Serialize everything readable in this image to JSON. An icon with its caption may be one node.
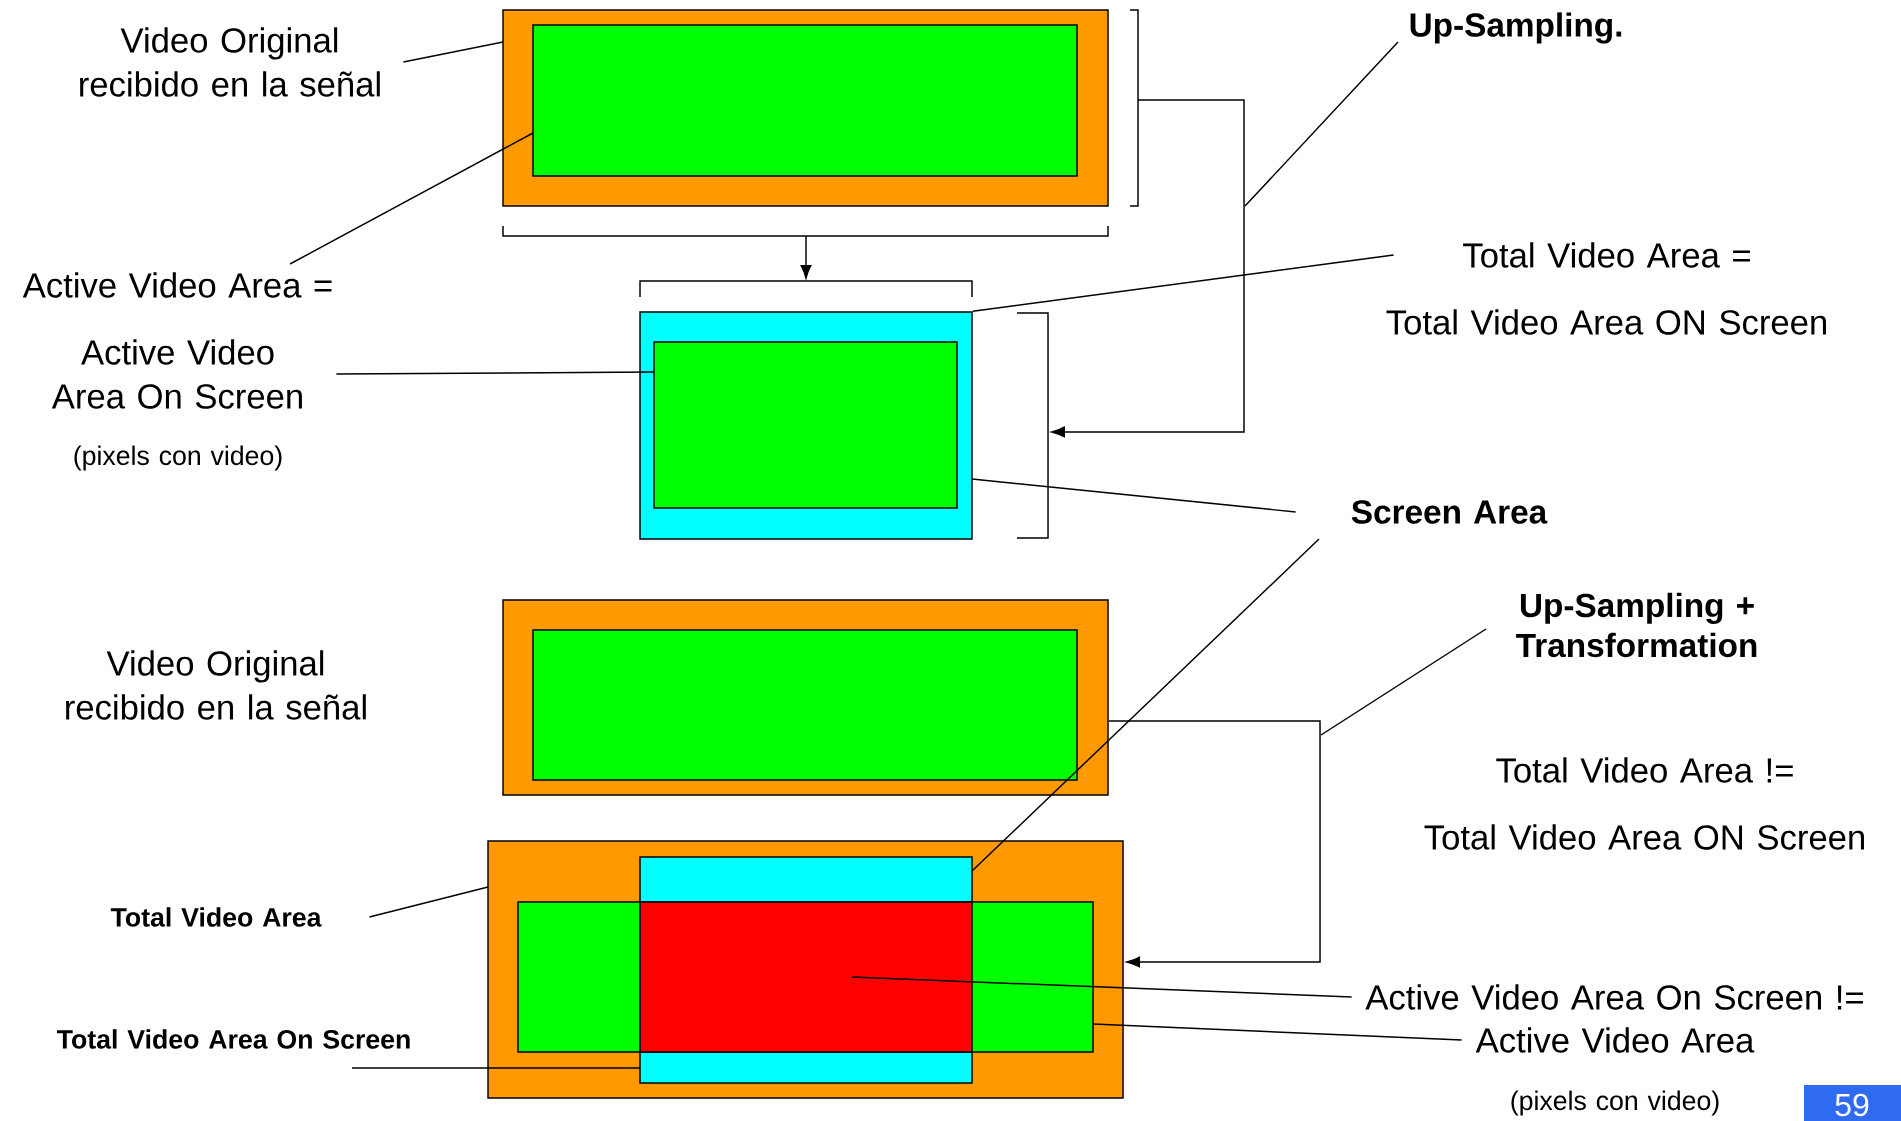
{
  "diagram": {
    "nodes": [
      {
        "text": [
          "Video Original recibido en la señal"
        ]
      },
      {
        "text": [],
        "shape": "box"
      },
      {
        "text": [],
        "shape": "box",
        "in": 1
      },
      {
        "text": [
          "Up-Sampling."
        ]
      },
      {
        "text": [
          "Active Video Area ="
        ]
      },
      {
        "text": [
          "Total Video Area ="
        ]
      },
      {
        "text": [
          "Active Video Area On Screen"
        ]
      },
      {
        "text": [],
        "shape": "box"
      },
      {
        "text": [],
        "shape": "box",
        "in": 7
      },
      {
        "text": [
          "Screen Area"
        ]
      },
      {
        "text": [],
        "shape": "box"
      },
      {
        "text": [],
        "shape": "box",
        "in": 10
      },
      {
        "text": [
          "Up-Sampling + Transformation"
        ]
      },
      {
        "text": [
          "Total Video Area"
        ]
      },
      {
        "text": [],
        "shape": "box"
      },
      {
        "text": [],
        "shape": "box",
        "in": 14
      },
      {
        "text": [],
        "shape": "box",
        "in": 14
      },
      {
        "text": [],
        "shape": "box"
      },
      {
        "text": [
          "Total Video Area On Screen"
        ]
      },
      {
        "text": [
          "Active Video Area On Screen !="
        ]
      },
      {
        "text": [
          "Active Video Area"
        ]
      }
    ],
    "edges": [
      {
        "from": 0,
        "to": 1,
        "arrow": "none"
      },
      {
        "from": 4,
        "to": 2,
        "arrow": "none"
      },
      {
        "from": 6,
        "to": 8,
        "arrow": "none"
      },
      {
        "from": 5,
        "to": 7,
        "arrow": "none"
      },
      {
        "from": 9,
        "to": 7,
        "arrow": "none"
      },
      {
        "from": 9,
        "to": 15,
        "arrow": "none"
      },
      {
        "from": 3,
        "to": null,
        "arrow": "none"
      },
      {
        "from": 12,
        "to": null,
        "arrow": "none"
      },
      {
        "from": 13,
        "to": 14,
        "arrow": "none"
      },
      {
        "from": 18,
        "to": 15,
        "arrow": "none"
      },
      {
        "from": 19,
        "to": 17,
        "arrow": "none"
      },
      {
        "from": 20,
        "to": 16,
        "arrow": "none"
      },
      {
        "from": 1,
        "to": 7,
        "arrow": "to"
      },
      {
        "from": 1,
        "to": 7,
        "arrow": "to"
      },
      {
        "from": 10,
        "to": 14,
        "arrow": "to"
      }
    ],
    "labels": [
      "Total Video Area ON Screen",
      "(pixels con video)",
      "Video Original recibido en la señal",
      "Total Video Area !=",
      "Total Video Area ON Screen",
      "(pixels con video)",
      "59"
    ]
  }
}
